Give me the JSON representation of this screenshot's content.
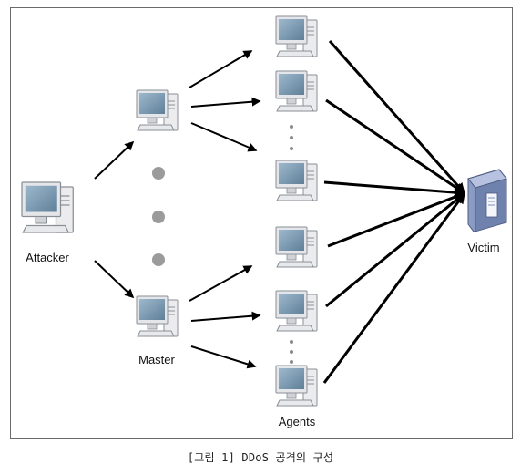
{
  "diagram": {
    "labels": {
      "attacker": "Attacker",
      "master": "Master",
      "agents": "Agents",
      "victim": "Victim"
    }
  },
  "caption": "[그림 1] DDoS 공격의 구성",
  "colors": {
    "screen": "#7a9bb5",
    "monitor_frame": "#e4e6e9",
    "outline": "#8a8f96",
    "server_body": "#7d8fb8",
    "arrow": "#000000",
    "dot": "#9b9b9b"
  },
  "icons": [
    "computer-icon",
    "server-icon"
  ]
}
